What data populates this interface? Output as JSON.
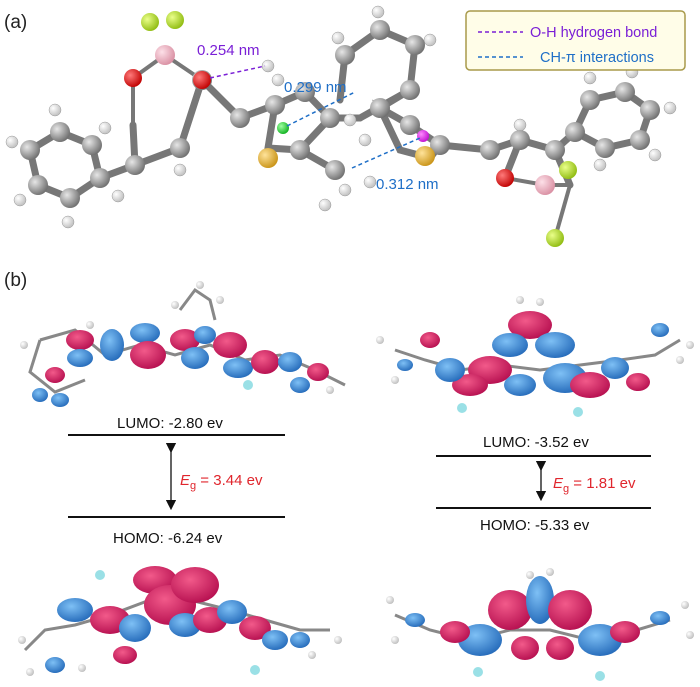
{
  "panel_a": {
    "label": "(a)",
    "measurements": {
      "oh_bond": "0.254 nm",
      "ch_pi_1": "0.299 nm",
      "ch_pi_2": "0.312 nm"
    },
    "legend": {
      "oh_label": "O-H hydrogen bond",
      "ch_pi_label": "CH-π  interactions",
      "oh_color": "#7a1fd6",
      "ch_pi_color": "#1f6fc7"
    }
  },
  "panel_b": {
    "label": "(b)",
    "left": {
      "lumo": "LUMO: -2.80 ev",
      "homo": "HOMO: -6.24 ev",
      "eg_symbol": "E",
      "eg_sub": "g",
      "eg_value": " = 3.44 ev"
    },
    "right": {
      "lumo": "LUMO: -3.52 ev",
      "homo": "HOMO: -5.33 ev",
      "eg_symbol": "E",
      "eg_sub": "g",
      "eg_value": " = 1.81 ev"
    }
  },
  "colors": {
    "lobe_red": "#d4145a",
    "lobe_blue": "#2f86d8",
    "carbon": "#8c8c8c",
    "oxygen": "#d81010",
    "sulfur": "#e0b12a",
    "boron": "#f0a8b8",
    "fluorine": "#b6e02a"
  }
}
